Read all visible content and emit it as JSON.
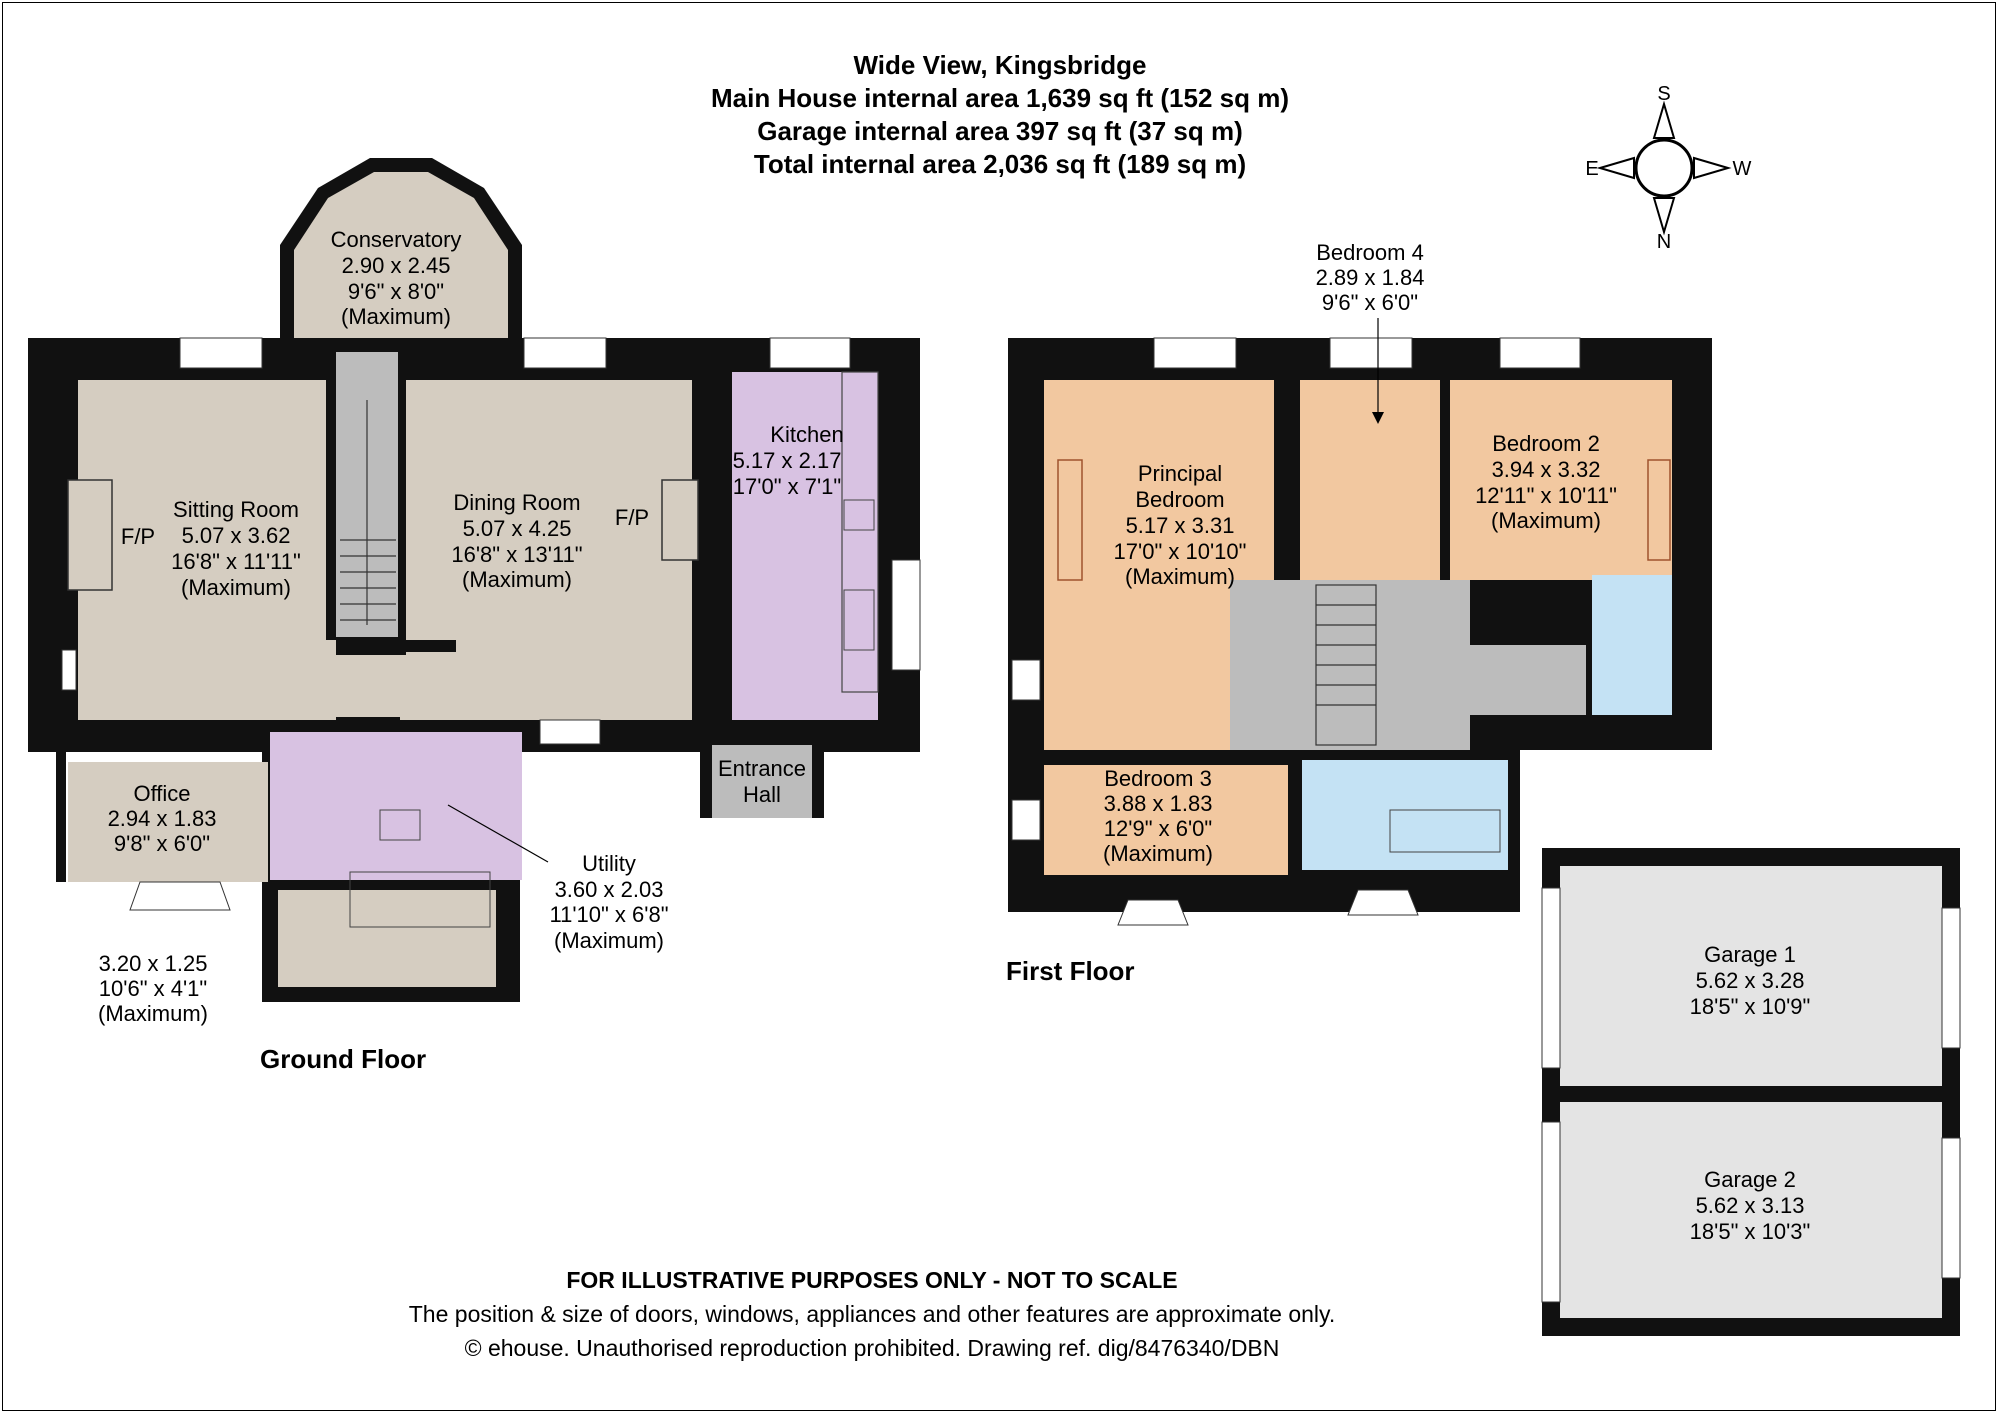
{
  "header": {
    "title": "Wide View, Kingsbridge",
    "line1": "Main House internal area 1,639 sq ft (152 sq m)",
    "line2": "Garage internal area 397 sq ft (37 sq m)",
    "line3": "Total internal area 2,036 sq ft (189 sq m)"
  },
  "compass": {
    "top": "S",
    "left": "E",
    "right": "W",
    "bottom": "N"
  },
  "floors": {
    "ground": "Ground Floor",
    "first": "First Floor"
  },
  "rooms": {
    "conservatory": {
      "name": "Conservatory",
      "metric": "2.90 x 2.45",
      "imperial": "9'6\" x 8'0\"",
      "note": "(Maximum)"
    },
    "sitting": {
      "name": "Sitting Room",
      "metric": "5.07 x 3.62",
      "imperial": "16'8\" x 11'11\"",
      "note": "(Maximum)"
    },
    "dining": {
      "name": "Dining Room",
      "metric": "5.07 x 4.25",
      "imperial": "16'8\" x 13'11\"",
      "note": "(Maximum)"
    },
    "kitchen": {
      "name": "Kitchen",
      "metric": "5.17 x 2.17",
      "imperial": "17'0\" x 7'1\""
    },
    "office": {
      "name": "Office",
      "metric": "2.94 x 1.83",
      "imperial": "9'8\" x 6'0\""
    },
    "utility": {
      "name": "Utility",
      "metric": "3.60 x 2.03",
      "imperial": "11'10\" x 6'8\"",
      "note": "(Maximum)"
    },
    "porch": {
      "metric": "3.20 x 1.25",
      "imperial": "10'6\" x 4'1\"",
      "note": "(Maximum)"
    },
    "entrance": {
      "line1": "Entrance",
      "line2": "Hall"
    },
    "fp": "F/P",
    "bedroom4": {
      "name": "Bedroom 4",
      "metric": "2.89 x 1.84",
      "imperial": "9'6\" x 6'0\""
    },
    "principal": {
      "line1": "Principal",
      "line2": "Bedroom",
      "metric": "5.17 x 3.31",
      "imperial": "17'0\" x 10'10\"",
      "note": "(Maximum)"
    },
    "bedroom2": {
      "name": "Bedroom 2",
      "metric": "3.94 x 3.32",
      "imperial": "12'11\" x 10'11\"",
      "note": "(Maximum)"
    },
    "bedroom3": {
      "name": "Bedroom 3",
      "metric": "3.88 x 1.83",
      "imperial": "12'9\" x 6'0\"",
      "note": "(Maximum)"
    },
    "garage1": {
      "name": "Garage 1",
      "metric": "5.62 x 3.28",
      "imperial": "18'5\" x 10'9\""
    },
    "garage2": {
      "name": "Garage 2",
      "metric": "5.62 x 3.13",
      "imperial": "18'5\" x 10'3\""
    }
  },
  "footer": {
    "disclaimer": "FOR ILLUSTRATIVE PURPOSES ONLY - NOT TO SCALE",
    "note": "The position & size of doors, windows, appliances and other features are approximate only.",
    "copyright": "© ehouse. Unauthorised reproduction prohibited. Drawing ref. dig/8476340/DBN"
  },
  "colors": {
    "beige": "#d5cdc1",
    "kitchen": "#d8c2e2",
    "bedroom": "#f2c8a0",
    "bathroom": "#c4e2f4",
    "landing": "#bcbcbc",
    "garage": "#e4e4e4",
    "wall": "#111111"
  }
}
